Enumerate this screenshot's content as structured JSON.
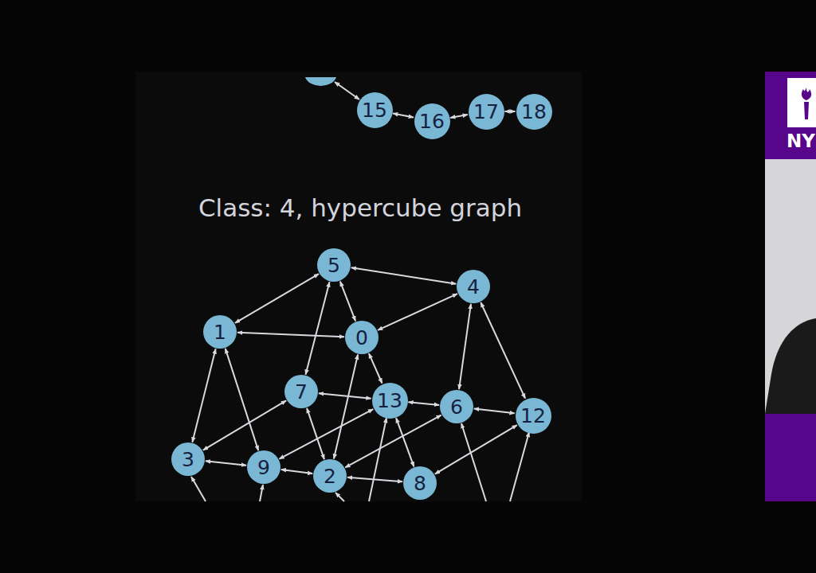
{
  "diagram": {
    "title": "Class: 4, hypercube graph",
    "nodes": [
      {
        "text": [
          "15"
        ]
      },
      {
        "text": [
          "16"
        ]
      },
      {
        "text": [
          "17"
        ]
      },
      {
        "text": [
          "18"
        ]
      },
      {
        "text": [
          "5"
        ]
      },
      {
        "text": [
          "4"
        ]
      },
      {
        "text": [
          "1"
        ]
      },
      {
        "text": [
          "0"
        ]
      },
      {
        "text": [
          "7"
        ]
      },
      {
        "text": [
          "13"
        ]
      },
      {
        "text": [
          "6"
        ]
      },
      {
        "text": [
          "12"
        ]
      },
      {
        "text": [
          "3"
        ]
      },
      {
        "text": [
          "9"
        ]
      },
      {
        "text": [
          "2"
        ]
      },
      {
        "text": [
          "8"
        ]
      }
    ],
    "edges": [
      {
        "from": 0,
        "to": 1,
        "arrow": "both"
      },
      {
        "from": 1,
        "to": 2,
        "arrow": "both"
      },
      {
        "from": 2,
        "to": 3,
        "arrow": "both"
      },
      {
        "from": 4,
        "to": 5,
        "arrow": "both"
      },
      {
        "from": 4,
        "to": 6,
        "arrow": "both"
      },
      {
        "from": 4,
        "to": 7,
        "arrow": "both"
      },
      {
        "from": 4,
        "to": 8,
        "arrow": "both"
      },
      {
        "from": 5,
        "to": 7,
        "arrow": "both"
      },
      {
        "from": 5,
        "to": 10,
        "arrow": "both"
      },
      {
        "from": 5,
        "to": 11,
        "arrow": "both"
      },
      {
        "from": 6,
        "to": 7,
        "arrow": "both"
      },
      {
        "from": 6,
        "to": 12,
        "arrow": "both"
      },
      {
        "from": 6,
        "to": 13,
        "arrow": "both"
      },
      {
        "from": 7,
        "to": 9,
        "arrow": "both"
      },
      {
        "from": 7,
        "to": 14,
        "arrow": "both"
      },
      {
        "from": 8,
        "to": 9,
        "arrow": "both"
      },
      {
        "from": 8,
        "to": 12,
        "arrow": "both"
      },
      {
        "from": 8,
        "to": 14,
        "arrow": "both"
      },
      {
        "from": 9,
        "to": 10,
        "arrow": "both"
      },
      {
        "from": 9,
        "to": 13,
        "arrow": "both"
      },
      {
        "from": 9,
        "to": 15,
        "arrow": "both"
      },
      {
        "from": 10,
        "to": 11,
        "arrow": "both"
      },
      {
        "from": 10,
        "to": 14,
        "arrow": "both"
      },
      {
        "from": 11,
        "to": 15,
        "arrow": "both"
      },
      {
        "from": 12,
        "to": 13,
        "arrow": "both"
      },
      {
        "from": 13,
        "to": 14,
        "arrow": "both"
      },
      {
        "from": 14,
        "to": 15,
        "arrow": "both"
      }
    ],
    "labels": [
      "NY"
    ]
  }
}
